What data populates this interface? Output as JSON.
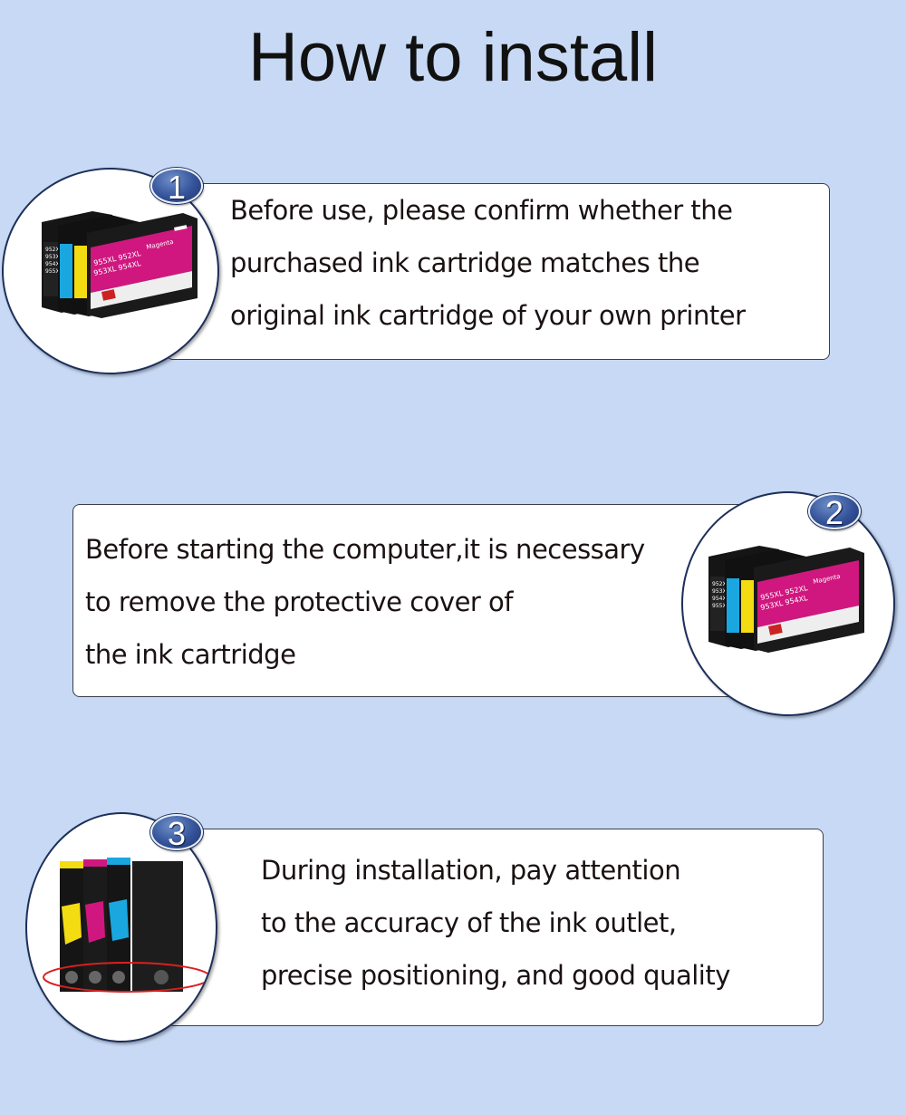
{
  "title": "How to install",
  "steps": [
    {
      "number": "1",
      "lines": [
        "Before use, please confirm whether the",
        "purchased ink cartridge matches the",
        "original ink cartridge of your own printer"
      ],
      "cartridge_labels": {
        "model_top": "955XL 952XL",
        "model_bottom": "953XL 954XL",
        "color_label": "Magenta",
        "side1": "952XL",
        "side2": "953XL",
        "side3": "954XL",
        "side4": "955XL"
      }
    },
    {
      "number": "2",
      "lines": [
        "Before starting the computer,it is necessary",
        "to remove the protective cover of",
        " the ink cartridge"
      ],
      "cartridge_labels": {
        "model_top": "955XL 952XL",
        "model_bottom": "953XL 954XL",
        "color_label": "Magenta",
        "side1": "952XL",
        "side2": "953XL",
        "side3": "954XL",
        "side4": "955XL"
      }
    },
    {
      "number": "3",
      "lines": [
        "During installation, pay attention",
        "to the accuracy of the ink outlet,",
        "precise positioning, and good quality"
      ]
    }
  ],
  "colors": {
    "background": "#c7d9f4",
    "badge": "#34539a",
    "magenta": "#d0177f",
    "cyan": "#1aa7df",
    "yellow": "#f3dc12",
    "black": "#151515",
    "highlight_ring": "#d92020"
  }
}
